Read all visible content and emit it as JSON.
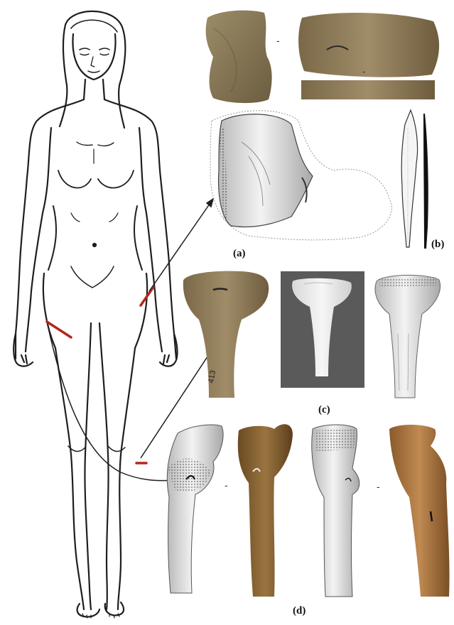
{
  "panels": [
    {
      "id": "a",
      "label": "(a)"
    },
    {
      "id": "b",
      "label": "(b)"
    },
    {
      "id": "c",
      "label": "(c)"
    },
    {
      "id": "d",
      "label": "(d)"
    }
  ],
  "tick_marks": {
    "a1": "-",
    "a2": "-",
    "a3": "-",
    "d1": "-",
    "d2": "-"
  },
  "colors": {
    "outline": "#222222",
    "injury_mark": "#b3261e",
    "bone_photo": "#8a7a5c",
    "bone_dark_photo": "#6e5a3a",
    "xray_bg": "#5a5a5a",
    "drawing_fill": "#e9e9e9"
  }
}
